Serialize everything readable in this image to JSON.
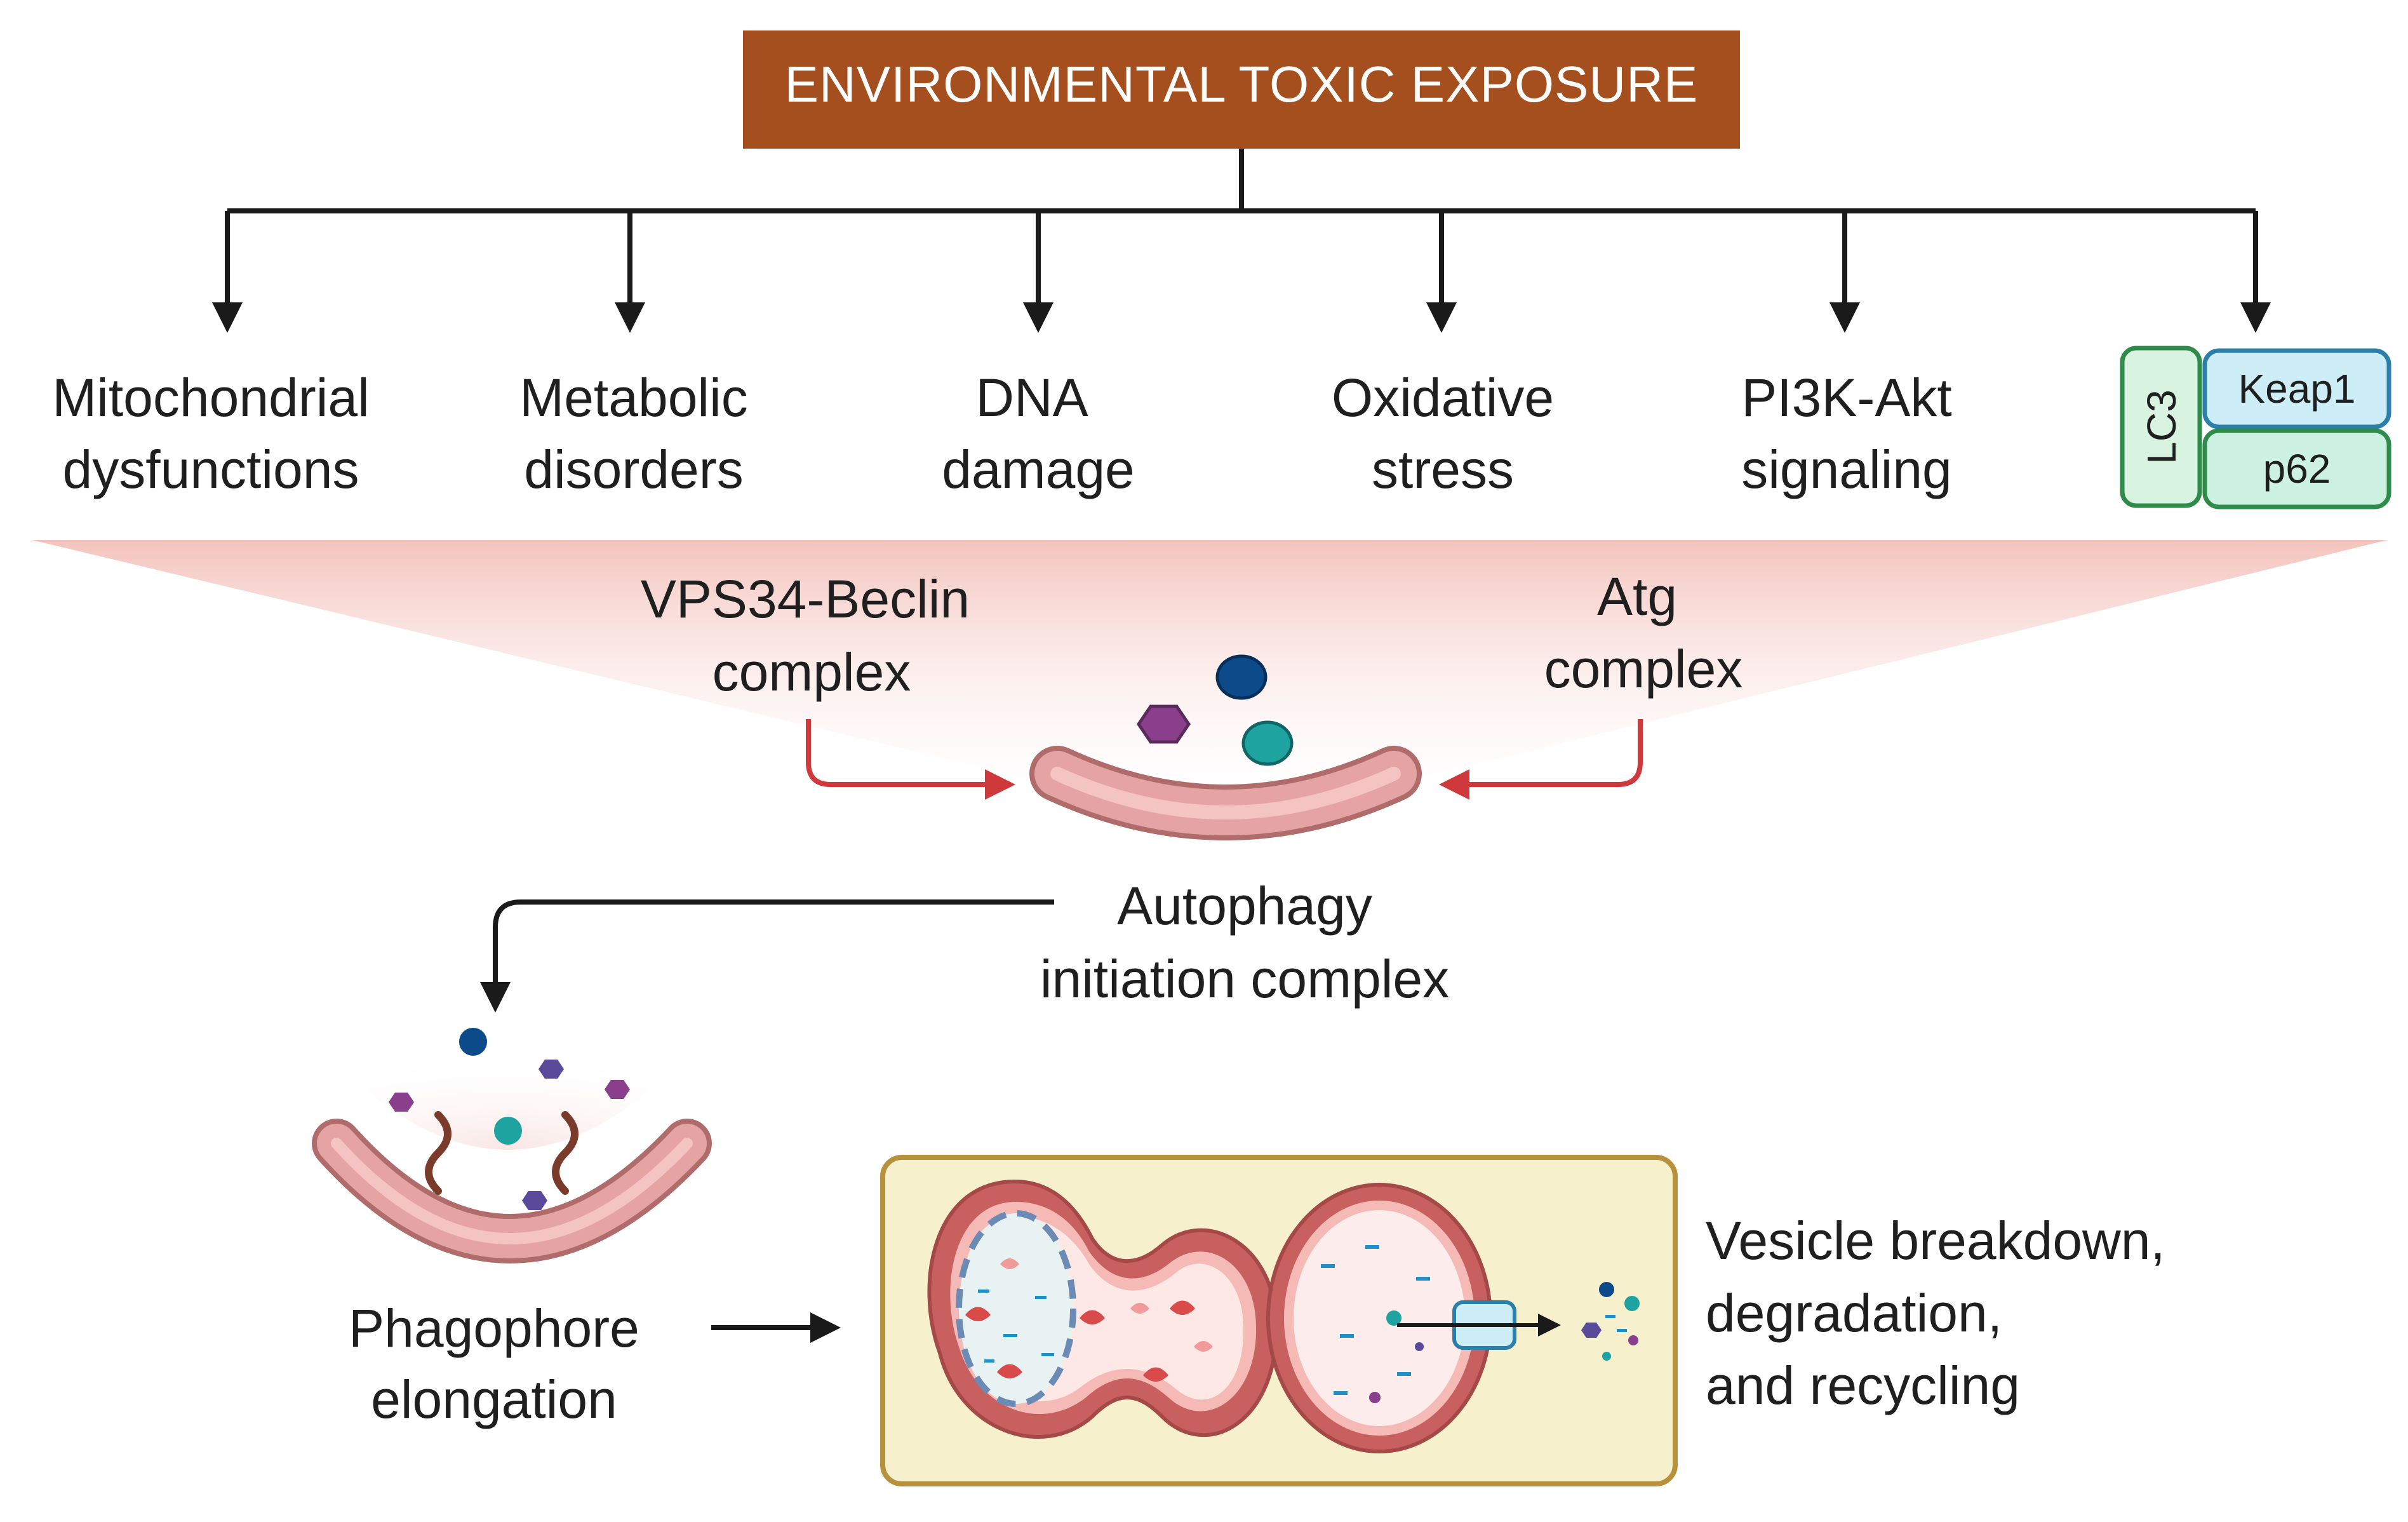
{
  "title": "ENVIRONMENTAL TOXIC EXPOSURE",
  "effects": [
    {
      "line1": "Mitochondrial",
      "line2": "dysfunctions"
    },
    {
      "line1": "Metabolic",
      "line2": "disorders"
    },
    {
      "line1": "DNA",
      "line2": "damage"
    },
    {
      "line1": "Oxidative",
      "line2": "stress"
    },
    {
      "line1": "PI3K-Akt",
      "line2": "signaling"
    }
  ],
  "protein_boxes": {
    "lc3": "LC3",
    "keap1": "Keap1",
    "p62": "p62"
  },
  "vps34": {
    "line1": "VPS34-Beclin",
    "line2": "complex"
  },
  "atg": {
    "line1": "Atg",
    "line2": "complex"
  },
  "initiation": {
    "line1": "Autophagy",
    "line2": "initiation complex"
  },
  "phagophore": {
    "line1": "Phagophore",
    "line2": "elongation"
  },
  "breakdown": {
    "line1": "Vesicle breakdown,",
    "line2": "degradation,",
    "line3": "and recycling"
  },
  "colors": {
    "title_box": "#a44f1d",
    "arrow_black": "#1a1a1a",
    "arrow_red": "#d0393b",
    "funnel": "#f6c9c4",
    "membrane": "#e6a3a3",
    "membrane_dark": "#b06b6b",
    "lc3_fill": "#d8f3df",
    "lc3_stroke": "#2e8b4a",
    "keap1_fill": "#cdeef6",
    "keap1_stroke": "#2b7fa8",
    "p62_fill": "#cdf1e2",
    "p62_stroke": "#2e8b4a",
    "lysosome_panel": "#f6f0cc",
    "lysosome_border": "#b7913b",
    "navy": "#0d4a8a",
    "teal": "#1ea3a0",
    "purple": "#8a3f8c",
    "violet": "#5a4a9a"
  }
}
